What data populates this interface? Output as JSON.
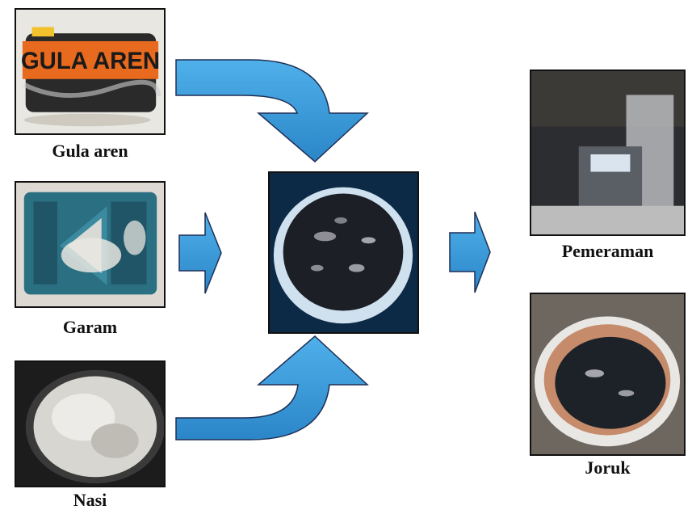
{
  "inputs": [
    {
      "id": "gula-aren",
      "caption": "Gula aren",
      "package_text": "GULA AREN"
    },
    {
      "id": "garam",
      "caption": "Garam"
    },
    {
      "id": "nasi",
      "caption": "Nasi"
    }
  ],
  "outputs": [
    {
      "id": "pemeraman",
      "caption": "Pemeraman"
    },
    {
      "id": "joruk",
      "caption": "Joruk"
    }
  ],
  "colors": {
    "arrow_fill": "#3a9ad9",
    "arrow_stroke": "#1e2f55",
    "frame": "#111111"
  }
}
